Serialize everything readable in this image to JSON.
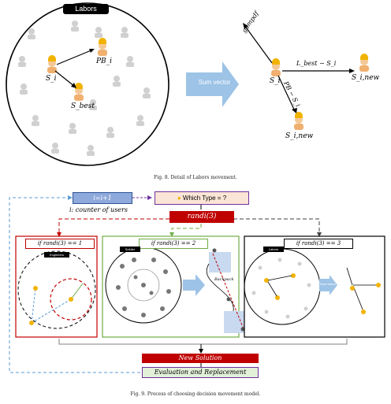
{
  "fig8": {
    "box_title": "Labors",
    "arrow_label": "Sum vector",
    "vec_labels": {
      "gampdf": "gampdf",
      "lbest": "L_best − S_i",
      "pb": "PB − S_i"
    },
    "agent_labels": {
      "si": "S_i",
      "pbi": "PB_i",
      "sbest": "S_best",
      "snew1": "S_i,new",
      "snew2": "S_i,new"
    },
    "caption": "Fig. 8.  Detail of Labors movement."
  },
  "fig9": {
    "counter_box": "i=i+1",
    "counter_note": "i: counter of users",
    "which_type": "Which Type = ?",
    "randi": "randi(3)",
    "branches": [
      {
        "label": "if randi(3) == 1",
        "title": "Engineers"
      },
      {
        "label": "if randi(3) == 2",
        "title": "Soldier"
      },
      {
        "label": "if randi(3) == 3",
        "title": "Labors"
      }
    ],
    "panel2_small": "Backpack",
    "panel3_sum": "Sum vector",
    "new_solution": "New Solution",
    "evaluation": "Evaluation and Replacement",
    "caption": "Fig. 9.  Process of choosing decision movement model."
  },
  "colors": {
    "red": "#c00000",
    "arrow_blue": "#9dc3e6",
    "purple": "#7030a0",
    "green": "#70ad47",
    "counter_fill": "#8ea9db"
  }
}
